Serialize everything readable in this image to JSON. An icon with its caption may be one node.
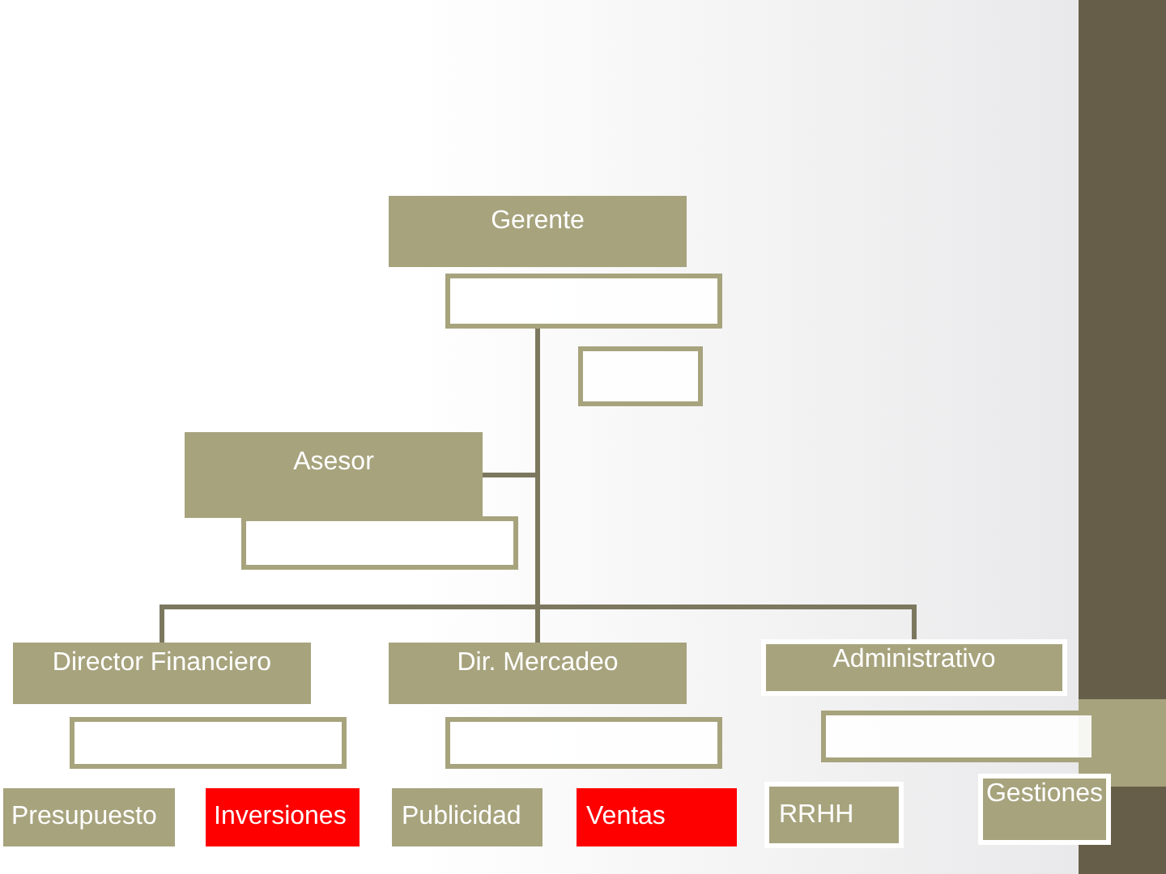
{
  "diagram": {
    "nodes": [
      {
        "text": [
          "Gerente"
        ]
      },
      {
        "text": [],
        "shape": "box"
      },
      {
        "text": [],
        "shape": "box"
      },
      {
        "text": [
          "Asesor"
        ]
      },
      {
        "text": [],
        "shape": "box"
      },
      {
        "text": [
          "Director Financiero"
        ]
      },
      {
        "text": [],
        "shape": "box"
      },
      {
        "text": [
          "Dir. Mercadeo"
        ]
      },
      {
        "text": [],
        "shape": "box"
      },
      {
        "text": [
          "Administrativo"
        ]
      },
      {
        "text": [],
        "shape": "box"
      },
      {
        "text": [
          "Presupuesto"
        ]
      },
      {
        "text": [
          "Inversiones"
        ]
      },
      {
        "text": [
          "Publicidad"
        ]
      },
      {
        "text": [
          "Ventas"
        ]
      },
      {
        "text": [
          "RRHH"
        ]
      },
      {
        "text": [
          "Gestiones"
        ]
      }
    ],
    "edges": [
      {
        "from": 1,
        "to": 3,
        "arrow": "none"
      },
      {
        "from": 1,
        "to": 5,
        "arrow": "none"
      },
      {
        "from": 1,
        "to": 7,
        "arrow": "none"
      },
      {
        "from": 1,
        "to": 9,
        "arrow": "none"
      }
    ]
  }
}
